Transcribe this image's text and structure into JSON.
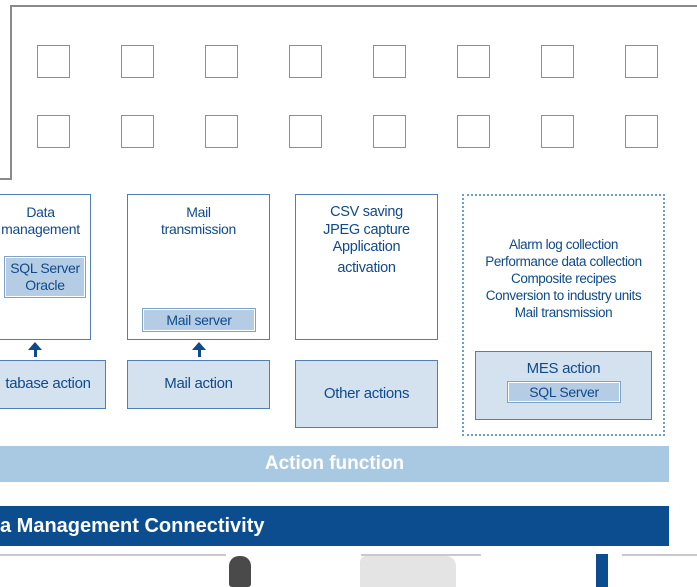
{
  "boxes": {
    "database": {
      "heading": [
        "Data",
        "management"
      ],
      "inner": [
        "SQL Server",
        "Oracle"
      ],
      "action_label": "tabase action"
    },
    "mail": {
      "heading": [
        "Mail",
        "transmission"
      ],
      "inner": [
        "Mail server"
      ],
      "action_label": "Mail action"
    },
    "other": {
      "heading": [
        "CSV saving",
        "JPEG capture",
        "Application",
        "activation"
      ],
      "action_label": "Other actions"
    },
    "mes": {
      "items": [
        "Alarm log collection",
        "Performance data collection",
        "Composite recipes",
        "Conversion to industry units",
        "Mail transmission"
      ],
      "action_label": "MES action",
      "inner": "SQL Server"
    }
  },
  "bars": {
    "action_function": "Action function",
    "data_management": "a Management Connectivity"
  },
  "colors": {
    "navy": "#0b4d8f",
    "text_blue": "#0f4a8a",
    "light_blue": "#a9c8e2",
    "box_fill": "#d4e2ef",
    "inner_fill": "#b5cde4"
  }
}
